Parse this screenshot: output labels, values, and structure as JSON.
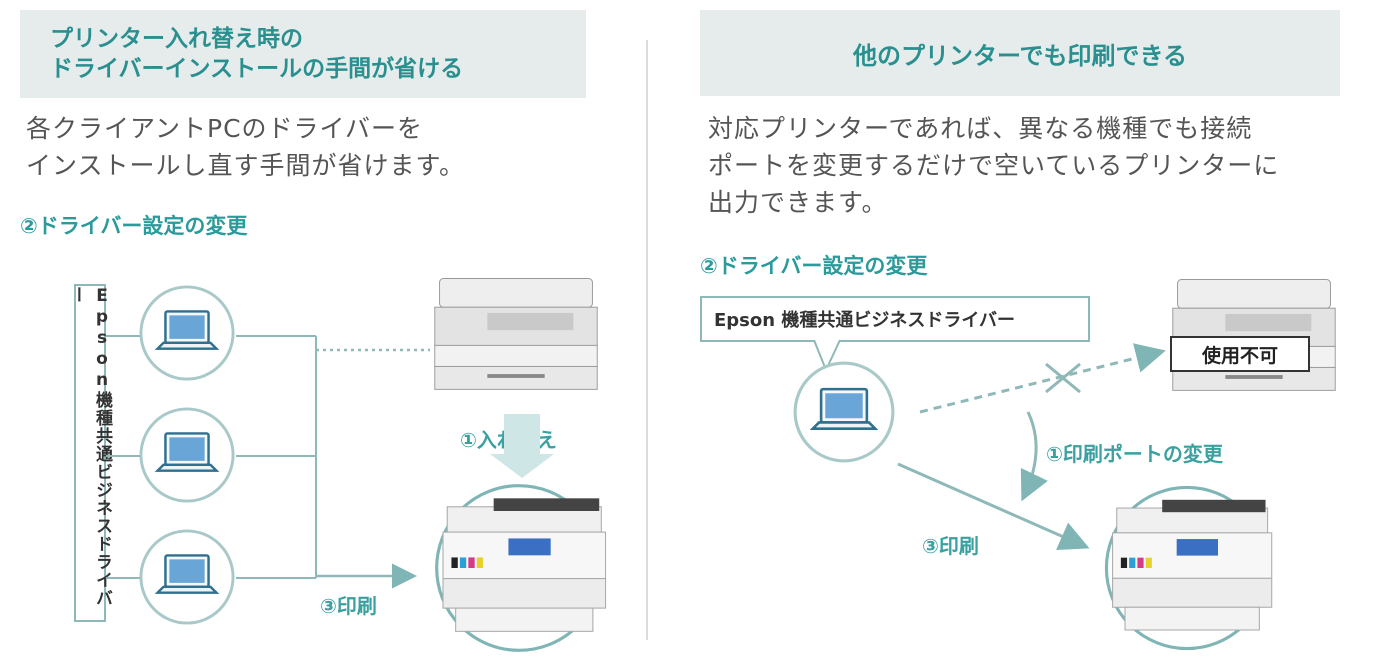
{
  "left": {
    "header_line1": "プリンター入れ替え時の",
    "header_line2": "ドライバーインストールの手間が省ける",
    "desc_line1": "各クライアントPCのドライバーを",
    "desc_line2": "インストールし直す手間が省けます。",
    "section": "②ドライバー設定の変更",
    "vertical_label": "Epson機種共通ビジネスドライバー",
    "step_replace": "①入れ替え",
    "step_print": "③印刷"
  },
  "right": {
    "header": "他のプリンターでも印刷できる",
    "desc_line1": "対応プリンターであれば、異なる機種でも接続",
    "desc_line2": "ポートを変更するだけで空いているプリンターに",
    "desc_line3": "出力できます。",
    "section": "②ドライバー設定の変更",
    "callout": "Epson 機種共通ビジネスドライバー",
    "badge": "使用不可",
    "step_port": "①印刷ポートの変更",
    "step_print": "③印刷"
  },
  "colors": {
    "accent": "#2a9a9a",
    "line": "#8fb8b8",
    "header_bg": "#e6ecec"
  }
}
